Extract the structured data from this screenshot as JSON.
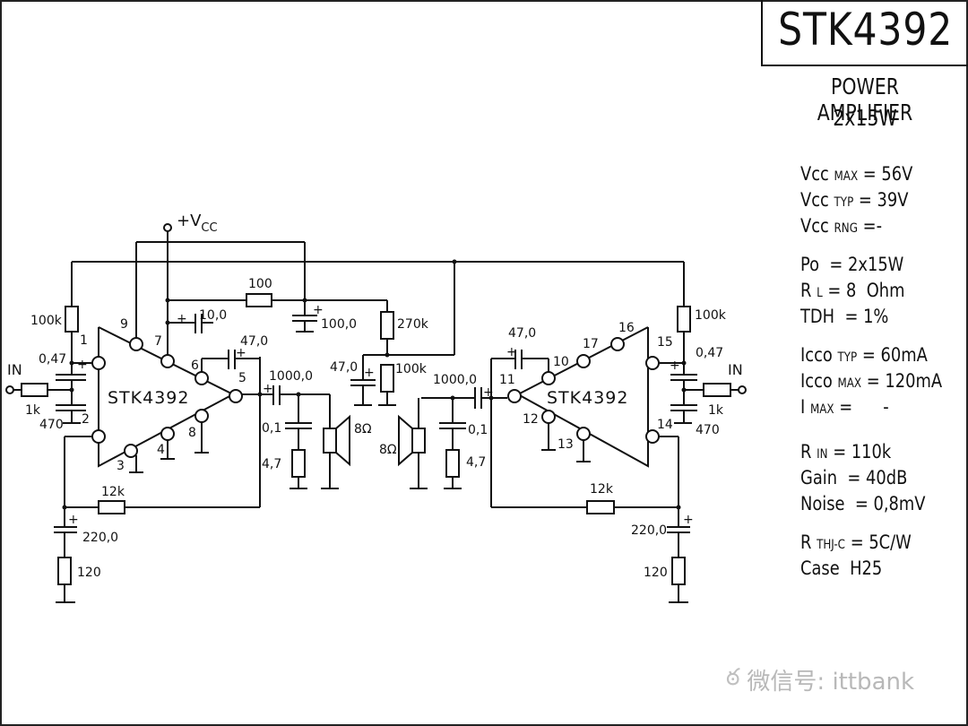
{
  "title": "STK4392",
  "subtitle": "POWER AMPLIFIER",
  "power_rating": "2x15W",
  "specs": [
    {
      "name": "Vcc",
      "sub": "MAX",
      "value": "= 56V"
    },
    {
      "name": "Vcc",
      "sub": "TYP",
      "value": "= 39V"
    },
    {
      "name": "Vcc",
      "sub": "RNG",
      "value": "=-"
    },
    {
      "name": "Po",
      "sub": "",
      "value": "= 2x15W"
    },
    {
      "name": "R",
      "sub": "L",
      "value": "= 8  Ohm"
    },
    {
      "name": "TDH",
      "sub": "",
      "value": "= 1%"
    },
    {
      "name": "Icco",
      "sub": "TYP",
      "value": "= 60mA"
    },
    {
      "name": "Icco",
      "sub": "MAX",
      "value": "= 120mA"
    },
    {
      "name": "I",
      "sub": "MAX",
      "value": "=      -"
    },
    {
      "name": "R",
      "sub": "IN",
      "value": "= 110k"
    },
    {
      "name": "Gain",
      "sub": "",
      "value": "= 40dB"
    },
    {
      "name": "Noise",
      "sub": "",
      "value": "= 0,8mV"
    },
    {
      "name": "R",
      "sub": "THJ-C",
      "value": "= 5C/W"
    },
    {
      "name": "Case",
      "sub": "",
      "value": "H25"
    }
  ],
  "schematic": {
    "vcc_label": "+V",
    "vcc_sub": "CC",
    "chip_label": "STK4392",
    "input_label": "IN",
    "left_channel": {
      "pins": [
        "1",
        "2",
        "3",
        "4",
        "5",
        "6",
        "7",
        "8",
        "9"
      ],
      "components": {
        "r_bias": "100k",
        "c_in": "0,47",
        "r_in": "1k",
        "c_filter": "470",
        "c_boot": "10,0",
        "c_pin6": "47,0",
        "c_out": "1000,0",
        "c_zobel": "0,1",
        "r_zobel": "4,7",
        "speaker": "8Ω",
        "r_feedback": "12k",
        "c_feedback": "220,0",
        "r_feedback_gnd": "120"
      }
    },
    "center": {
      "r_supply": "100",
      "c_supply": "100,0",
      "r_divider_top": "270k",
      "r_divider_bottom": "100k",
      "c_divider": "47,0"
    },
    "right_channel": {
      "pins": [
        "10",
        "11",
        "12",
        "13",
        "14",
        "15",
        "16",
        "17"
      ],
      "components": {
        "r_bias": "100k",
        "c_in": "0,47",
        "r_in": "1k",
        "c_filter": "470",
        "c_pin10": "47,0",
        "c_out": "1000,0",
        "c_zobel": "0,1",
        "r_zobel": "4,7",
        "speaker": "8Ω",
        "r_feedback": "12k",
        "c_feedback": "220,0",
        "r_feedback_gnd": "120"
      }
    }
  },
  "watermark": {
    "icon": "wechat-icon",
    "text": "微信号: ittbank"
  }
}
